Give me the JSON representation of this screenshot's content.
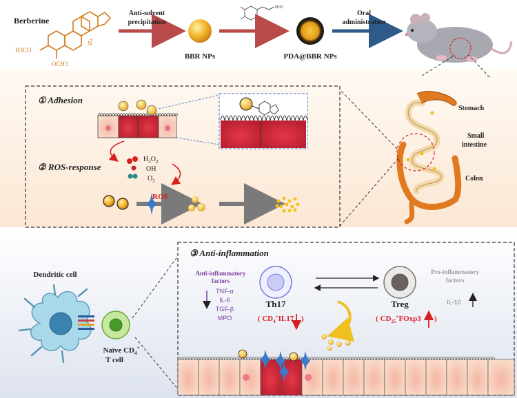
{
  "top": {
    "molecule_label": "Berberine",
    "methoxy_1": "H3CO",
    "methoxy_2": "OCH3",
    "step1": "Anti-solvent precipitation",
    "step1_line1": "Anti-solvent",
    "step1_line2": "precipitation",
    "bbr_np_label": "BBR NPs",
    "pda_label": "PDA@BBR NPs",
    "step3_line1": "Oral",
    "step3_line2": "administration",
    "dopamine_amine": "NH2"
  },
  "panel1": {
    "adhesion": "① Adhesion",
    "ros_response": "② ROS-response",
    "h2o2": "H2O2",
    "oh": "OH",
    "o2": "O2",
    "ros": "ROS"
  },
  "gut": {
    "stomach": "Stomach",
    "small_line1": "Small",
    "small_line2": "intestine",
    "colon": "Colon"
  },
  "panel3": {
    "title": "③ Anti-inflammation",
    "anti_factors_line1": "Anti-inflammatory",
    "anti_factors_line2": "factors",
    "anti_list": [
      "TNF-α",
      "IL-6",
      "TGF-β",
      "MPO"
    ],
    "th17": "Th17",
    "th17_markers": "( CD4+IL17",
    "treg": "Treg",
    "treg_markers": "( CD25+FOxp3",
    "pro_factors_line1": "Pro-inflammatory",
    "pro_factors_line2": "factors",
    "il10": "IL-10"
  },
  "cells": {
    "dendritic": "Dendritic cell",
    "naive_line1": "Naïve CD4+",
    "naive_line2": "T cell"
  },
  "colors": {
    "np_gold": "#e8a020",
    "pda_dark": "#2a2a2a",
    "arrow_red": "#b84a4a",
    "arrow_blue": "#2e5a8a",
    "anti_purple": "#7a3fa0",
    "marker_red": "#e02020",
    "gut_orange": "#e07a20"
  }
}
